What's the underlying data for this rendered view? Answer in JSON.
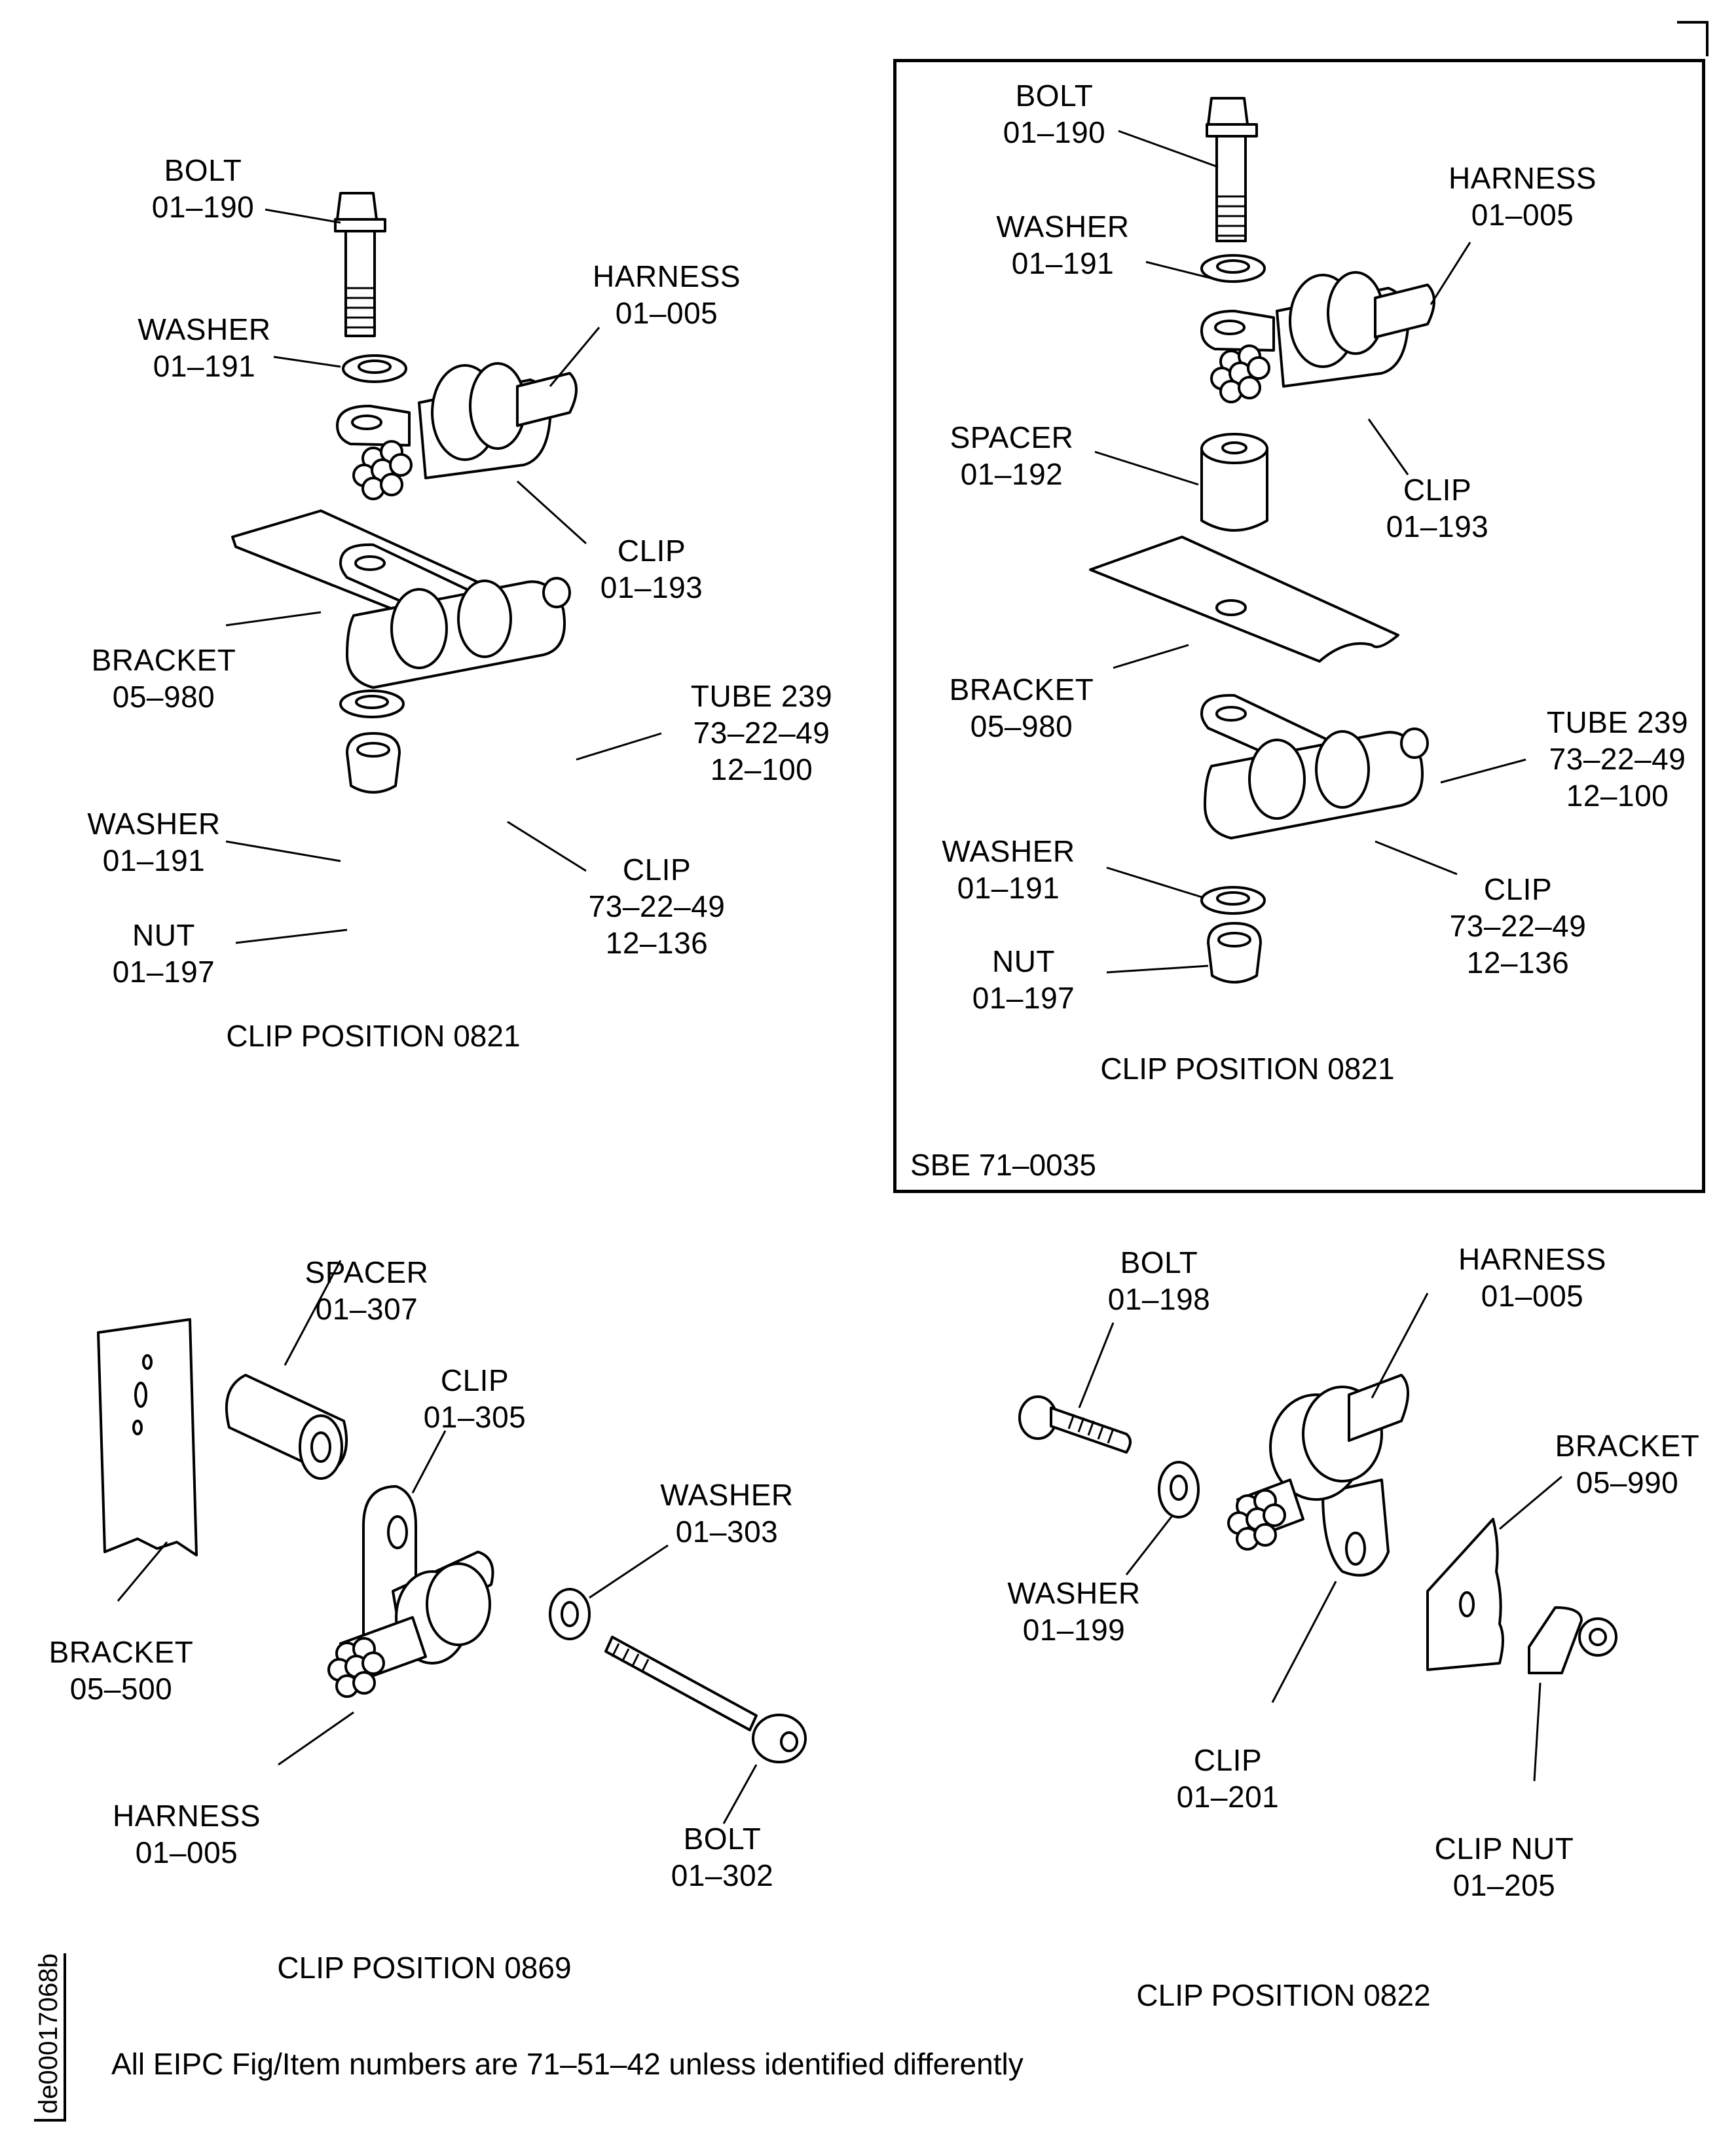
{
  "document": {
    "id": "de00017068b",
    "footer_note": "All EIPC Fig/Item numbers are 71–51–42 unless identified differently"
  },
  "panels": {
    "top_left": {
      "caption": "CLIP POSITION 0821",
      "callouts": [
        {
          "name": "BOLT",
          "number": "01–190"
        },
        {
          "name": "HARNESS",
          "number": "01–005"
        },
        {
          "name": "WASHER",
          "number": "01–191"
        },
        {
          "name": "CLIP",
          "number": "01–193"
        },
        {
          "name": "BRACKET",
          "number": "05–980"
        },
        {
          "name": "TUBE 239",
          "number": "73–22–49",
          "extra": "12–100"
        },
        {
          "name": "WASHER",
          "number": "01–191"
        },
        {
          "name": "CLIP",
          "number": "73–22–49",
          "extra": "12–136"
        },
        {
          "name": "NUT",
          "number": "01–197"
        }
      ]
    },
    "top_right": {
      "caption": "CLIP POSITION 0821",
      "box_label": "SBE 71–0035",
      "callouts": [
        {
          "name": "BOLT",
          "number": "01–190"
        },
        {
          "name": "HARNESS",
          "number": "01–005"
        },
        {
          "name": "WASHER",
          "number": "01–191"
        },
        {
          "name": "SPACER",
          "number": "01–192"
        },
        {
          "name": "CLIP",
          "number": "01–193"
        },
        {
          "name": "BRACKET",
          "number": "05–980"
        },
        {
          "name": "TUBE 239",
          "number": "73–22–49",
          "extra": "12–100"
        },
        {
          "name": "WASHER",
          "number": "01–191"
        },
        {
          "name": "CLIP",
          "number": "73–22–49",
          "extra": "12–136"
        },
        {
          "name": "NUT",
          "number": "01–197"
        }
      ]
    },
    "bottom_left": {
      "caption": "CLIP POSITION 0869",
      "callouts": [
        {
          "name": "SPACER",
          "number": "01–307"
        },
        {
          "name": "CLIP",
          "number": "01–305"
        },
        {
          "name": "WASHER",
          "number": "01–303"
        },
        {
          "name": "BRACKET",
          "number": "05–500"
        },
        {
          "name": "HARNESS",
          "number": "01–005"
        },
        {
          "name": "BOLT",
          "number": "01–302"
        }
      ]
    },
    "bottom_right": {
      "caption": "CLIP POSITION 0822",
      "callouts": [
        {
          "name": "BOLT",
          "number": "01–198"
        },
        {
          "name": "HARNESS",
          "number": "01–005"
        },
        {
          "name": "BRACKET",
          "number": "05–990"
        },
        {
          "name": "WASHER",
          "number": "01–199"
        },
        {
          "name": "CLIP",
          "number": "01–201"
        },
        {
          "name": "CLIP NUT",
          "number": "01–205"
        }
      ]
    }
  }
}
